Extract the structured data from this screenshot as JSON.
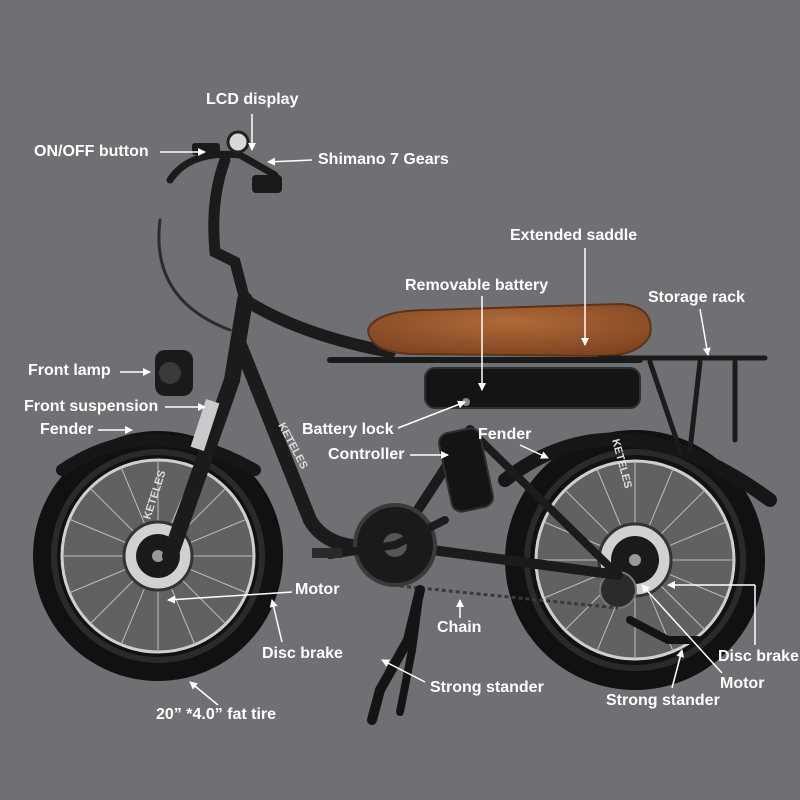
{
  "labels": {
    "lcd_display": "LCD display",
    "on_off_button": "ON/OFF button",
    "shimano_gears": "Shimano 7 Gears",
    "extended_saddle": "Extended saddle",
    "removable_battery": "Removable battery",
    "storage_rack": "Storage rack",
    "front_lamp": "Front lamp",
    "front_suspension": "Front suspension",
    "fender_front": "Fender",
    "battery_lock": "Battery lock",
    "controller": "Controller",
    "fender_rear": "Fender",
    "motor_front": "Motor",
    "chain": "Chain",
    "disc_brake_front": "Disc brake",
    "strong_stander_center": "Strong stander",
    "fat_tire": "20” *4.0” fat tire",
    "disc_brake_rear": "Disc brake",
    "motor_rear": "Motor",
    "strong_stander_rear": "Strong stander"
  },
  "branding": {
    "frame_text": "KETELES"
  },
  "colors": {
    "background": "#6e7073",
    "label_text": "#ffffff",
    "saddle": "#9a5a30",
    "frame": "#1b1b1c",
    "tire": "#101010"
  }
}
